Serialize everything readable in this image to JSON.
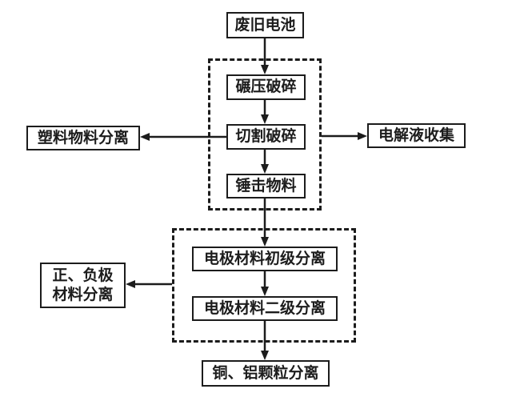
{
  "diagram": {
    "background_color": "#ffffff",
    "line_color": "#1c1c1c",
    "nodes": {
      "waste_battery": "废旧电池",
      "roll_crush": "碾压破碎",
      "cut_crush": "切割破碎",
      "hammer_material": "锤击物料",
      "plastic_separation": "塑料物料分离",
      "electrolyte_collection": "电解液收集",
      "electrode_primary_separation": "电极材料初级分离",
      "electrode_secondary_separation": "电极材料二级分离",
      "pos_neg_separation_line1": "正、负极",
      "pos_neg_separation_line2": "材料分离",
      "cu_al_separation": "铜、铝颗粒分离"
    }
  }
}
